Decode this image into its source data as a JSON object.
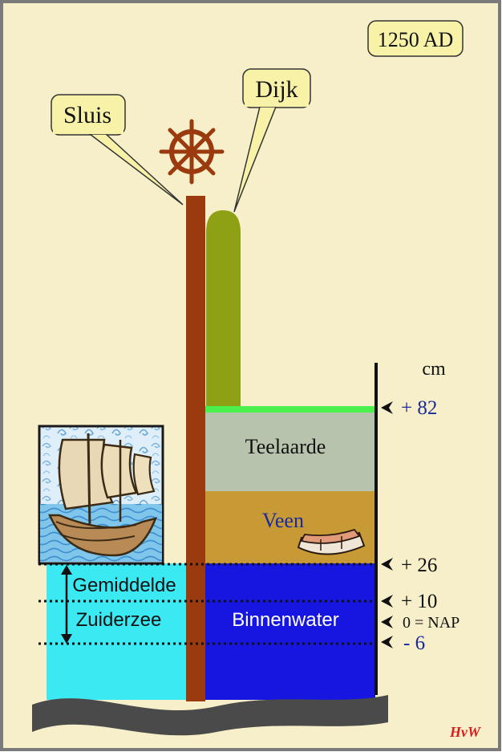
{
  "year_label": "1250 AD",
  "callouts": {
    "sluis": "Sluis",
    "dijk": "Dijk"
  },
  "layers": {
    "teelaarde": "Teelaarde",
    "veen": "Veen",
    "binnenwater": "Binnenwater"
  },
  "sea": {
    "line1": "Gemiddelde",
    "line2": "Zuiderzee"
  },
  "scale": {
    "unit": "cm",
    "ticks": [
      "+ 82",
      "+ 26",
      "+ 10",
      "0 = NAP",
      "- 6"
    ]
  },
  "signature": "HvW",
  "colors": {
    "background": "#f6efc9",
    "frame": "#7a7a7a",
    "callout_fill": "#f7f2a8",
    "sluis_post": "#9b3a0f",
    "dike": "#8ea014",
    "grass": "#4cf04c",
    "teelaarde": "#b7c3ad",
    "veen": "#c79a35",
    "binnenwater": "#1616e0",
    "zuiderzee": "#3be9f3",
    "tick_blue": "#1b2b9a",
    "ground": "#4a4a4a"
  }
}
